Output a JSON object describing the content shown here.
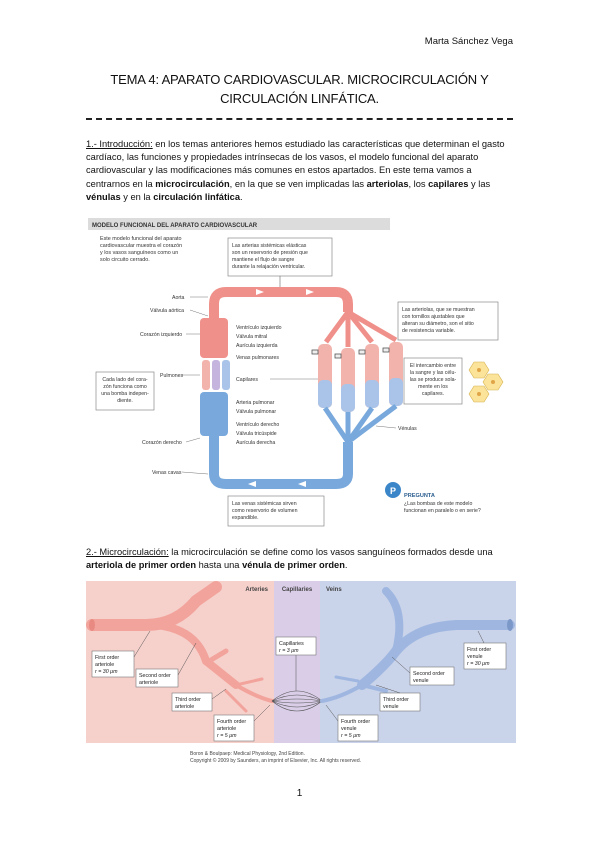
{
  "header": {
    "author": "Marta Sánchez Vega"
  },
  "title": {
    "line1": "TEMA 4: APARATO CARDIOVASCULAR. MICROCIRCULACIÓN Y",
    "line2": "CIRCULACIÓN LINFÁTICA."
  },
  "section1": {
    "heading": "1.- Introducción:",
    "text_a": " en los temas anteriores hemos estudiado las características que determinan el gasto cardíaco, las funciones y propiedades intrínsecas de los vasos, el modelo funcional del aparato cardiovascular y las modificaciones más comunes en estos apartados. En este tema vamos a centrarnos en la ",
    "bold_micro": "microcirculación",
    "text_b": ", en la que se ven implicadas las ",
    "bold_arteriolas": "arteriolas",
    "text_c": ", los ",
    "bold_capilares": "capilares",
    "text_d": " y las ",
    "bold_venulas": "vénulas",
    "text_e": " y en la ",
    "bold_linf": "circulación linfática",
    "text_f": "."
  },
  "figure1": {
    "header": "MODELO FUNCIONAL DEL APARATO CARDIOVASCULAR",
    "intro_l1": "Este modelo funcional del aparato",
    "intro_l2": "cardiovascular muestra el corazón",
    "intro_l3": "y los vasos sanguíneos como un",
    "intro_l4": "solo circuito cerrado.",
    "top_box_l1": "Las arterias sistémicas elásticas",
    "top_box_l2": "son un reservorio de presión que",
    "top_box_l3": "mantiene el flujo de sangre",
    "top_box_l4": "durante la relajación ventricular.",
    "aorta": "Aorta",
    "valvula_aortica": "Válvula aórtica",
    "corazon_izquierdo": "Corazón izquierdo",
    "ventriculo_izquierdo": "Ventrículo izquierdo",
    "valvula_mitral": "Válvula mitral",
    "auricula_izquierda": "Aurícula izquierda",
    "venas_pulmonares": "Venas pulmonares",
    "left_box_l1": "Cada lado del cora-",
    "left_box_l2": "zón funciona como",
    "left_box_l3": "una bomba indepen-",
    "left_box_l4": "diente.",
    "pulmones": "Pulmones",
    "capilares": "Capilares",
    "arteria_pulmonar": "Arteria pulmonar",
    "valvula_pulmonar": "Válvula pulmonar",
    "corazon_derecho": "Corazón derecho",
    "ventriculo_derecho": "Ventrículo derecho",
    "valvula_tricuspide": "Válvula tricúspide",
    "auricula_derecha": "Aurícula derecha",
    "venas_cavas": "Venas cavas",
    "arteriolas_box_l1": "Las arteriolas, que se muestran",
    "arteriolas_box_l2": "con tornillos ajustables que",
    "arteriolas_box_l3": "alteran su diámetro, son el sitio",
    "arteriolas_box_l4": "de resistencia variable.",
    "intercambio_l1": "El intercambio entre",
    "intercambio_l2": "la sangre y las célu-",
    "intercambio_l3": "las se produce sola-",
    "intercambio_l4": "mente en los",
    "intercambio_l5": "capilares.",
    "venulas": "Vénulas",
    "bottom_box_l1": "Las venas sistémicas sirven",
    "bottom_box_l2": "como reservorio de volumen",
    "bottom_box_l3": "expandible.",
    "pregunta_badge": "P",
    "pregunta_title": "PREGUNTA",
    "pregunta_l1": "¿Las bombas de este modelo",
    "pregunta_l2": "funcionan en paralelo o en serie?",
    "colors": {
      "artery": "#f08080",
      "vein": "#6fa8dc",
      "box_border": "#8a8a8a",
      "header_bg": "#d9d9d9"
    }
  },
  "section2": {
    "heading": "2.- Microcirculación:",
    "text_a": " la microcirculación se define como los vasos sanguíneos formados desde una ",
    "bold_a": "arteriola de primer orden",
    "text_b": " hasta una ",
    "bold_b": "vénula de primer orden",
    "text_c": "."
  },
  "figure2": {
    "arteries": "Arteries",
    "capillaries": "Capillaries",
    "veins": "Veins",
    "first_arteriole_l1": "First order",
    "first_arteriole_l2": "arteriole",
    "first_arteriole_l3": "r = 30 μm",
    "second_arteriole_l1": "Second order",
    "second_arteriole_l2": "arteriole",
    "third_arteriole_l1": "Third order",
    "third_arteriole_l2": "arteriole",
    "fourth_arteriole_l1": "Fourth order",
    "fourth_arteriole_l2": "arteriole",
    "fourth_arteriole_l3": "r = 5 μm",
    "capillaries_box_l1": "Capillaries",
    "capillaries_box_l2": "r = 3 μm",
    "fourth_venule_l1": "Fourth order",
    "fourth_venule_l2": "venule",
    "fourth_venule_l3": "r = 5 μm",
    "third_venule_l1": "Third order",
    "third_venule_l2": "venule",
    "second_venule_l1": "Second order",
    "second_venule_l2": "venule",
    "first_venule_l1": "First order",
    "first_venule_l2": "venule",
    "first_venule_l3": "r = 30 μm",
    "credit_l1": "Boron & Boulpaep: Medical Physiology, 2nd Edition.",
    "credit_l2": "Copyright © 2009 by Saunders, an imprint of Elsevier, Inc. All rights reserved.",
    "colors": {
      "arteries_bg": "#f6d0cb",
      "capillaries_bg": "#d9cde8",
      "veins_bg": "#c9d3ea",
      "artery": "#f3a29a",
      "vein": "#9fb7e0"
    }
  },
  "footer": {
    "page_number": "1"
  }
}
